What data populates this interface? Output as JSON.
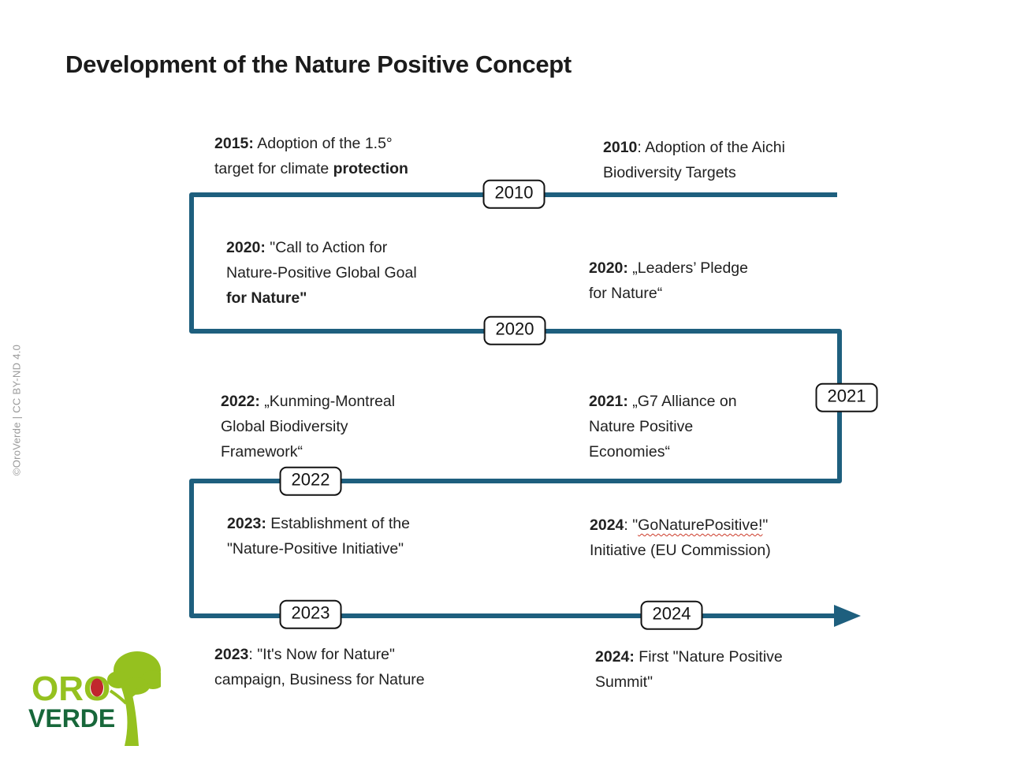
{
  "title": "Development of the Nature Positive Concept",
  "credit": "©OroVerde | CC BY-ND 4.0",
  "colors": {
    "timeline_line": "#1E5F7E",
    "year_box_border": "#131313",
    "body_text": "#212121",
    "spellcheck_underline": "#CC3A28",
    "logo_light_green": "#95C11F",
    "logo_dark_green": "#17673A",
    "logo_red": "#C1272D",
    "credit_gray": "#999999"
  },
  "timeline": {
    "year_labels": [
      {
        "label": "2010"
      },
      {
        "label": "2020"
      },
      {
        "label": "2021"
      },
      {
        "label": "2022"
      },
      {
        "label": "2023"
      },
      {
        "label": "2024"
      }
    ],
    "events": [
      {
        "id": "2015-climate-target",
        "segments": [
          {
            "text": "2015:",
            "bold": true
          },
          {
            "text": " Adoption of the 1.5°\ntarget for climate ",
            "bold": false
          },
          {
            "text": "protection",
            "bold": true
          }
        ]
      },
      {
        "id": "2010-aichi-targets",
        "segments": [
          {
            "text": "2010",
            "bold": true
          },
          {
            "text": ": Adoption of the Aichi\nBiodiversity Targets",
            "bold": false
          }
        ]
      },
      {
        "id": "2020-call-to-action",
        "segments": [
          {
            "text": "2020:",
            "bold": true
          },
          {
            "text": " \"Call to Action for\nNature-Positive Global Goal\n",
            "bold": false
          },
          {
            "text": "for Nature\"",
            "bold": true
          }
        ]
      },
      {
        "id": "2020-leaders-pledge",
        "segments": [
          {
            "text": "2020:",
            "bold": true
          },
          {
            "text": " „Leaders’ Pledge\nfor Nature“",
            "bold": false
          }
        ]
      },
      {
        "id": "2022-kunming-montreal",
        "segments": [
          {
            "text": "2022:",
            "bold": true
          },
          {
            "text": " „Kunming-Montreal\nGlobal Biodiversity\nFramework“",
            "bold": false
          }
        ]
      },
      {
        "id": "2021-g7-alliance",
        "segments": [
          {
            "text": "2021:",
            "bold": true
          },
          {
            "text": " „G7 Alliance on\nNature Positive\nEconomies“",
            "bold": false
          }
        ]
      },
      {
        "id": "2023-nature-positive-initiative",
        "segments": [
          {
            "text": "2023:",
            "bold": true
          },
          {
            "text": " Establishment of the\n\"Nature-Positive Initiative\"",
            "bold": false
          }
        ]
      },
      {
        "id": "2024-gonaturepositive",
        "segments": [
          {
            "text": "2024",
            "bold": true
          },
          {
            "text": ": \"",
            "bold": false
          },
          {
            "text": "GoNaturePositive!",
            "bold": false,
            "wavy": true
          },
          {
            "text": "\"\nInitiative (EU Commission)",
            "bold": false
          }
        ]
      },
      {
        "id": "2023-its-now-for-nature",
        "segments": [
          {
            "text": "2023",
            "bold": true
          },
          {
            "text": ": \"It's Now for Nature\"\ncampaign, Business for Nature",
            "bold": false
          }
        ]
      },
      {
        "id": "2024-nature-positive-summit",
        "segments": [
          {
            "text": "2024:",
            "bold": true
          },
          {
            "text": " First \"Nature Positive\nSummit\"",
            "bold": false
          }
        ]
      }
    ]
  },
  "logo": {
    "word1": "ORO",
    "word2": "VERDE",
    "tree_icon": "tree-icon"
  }
}
